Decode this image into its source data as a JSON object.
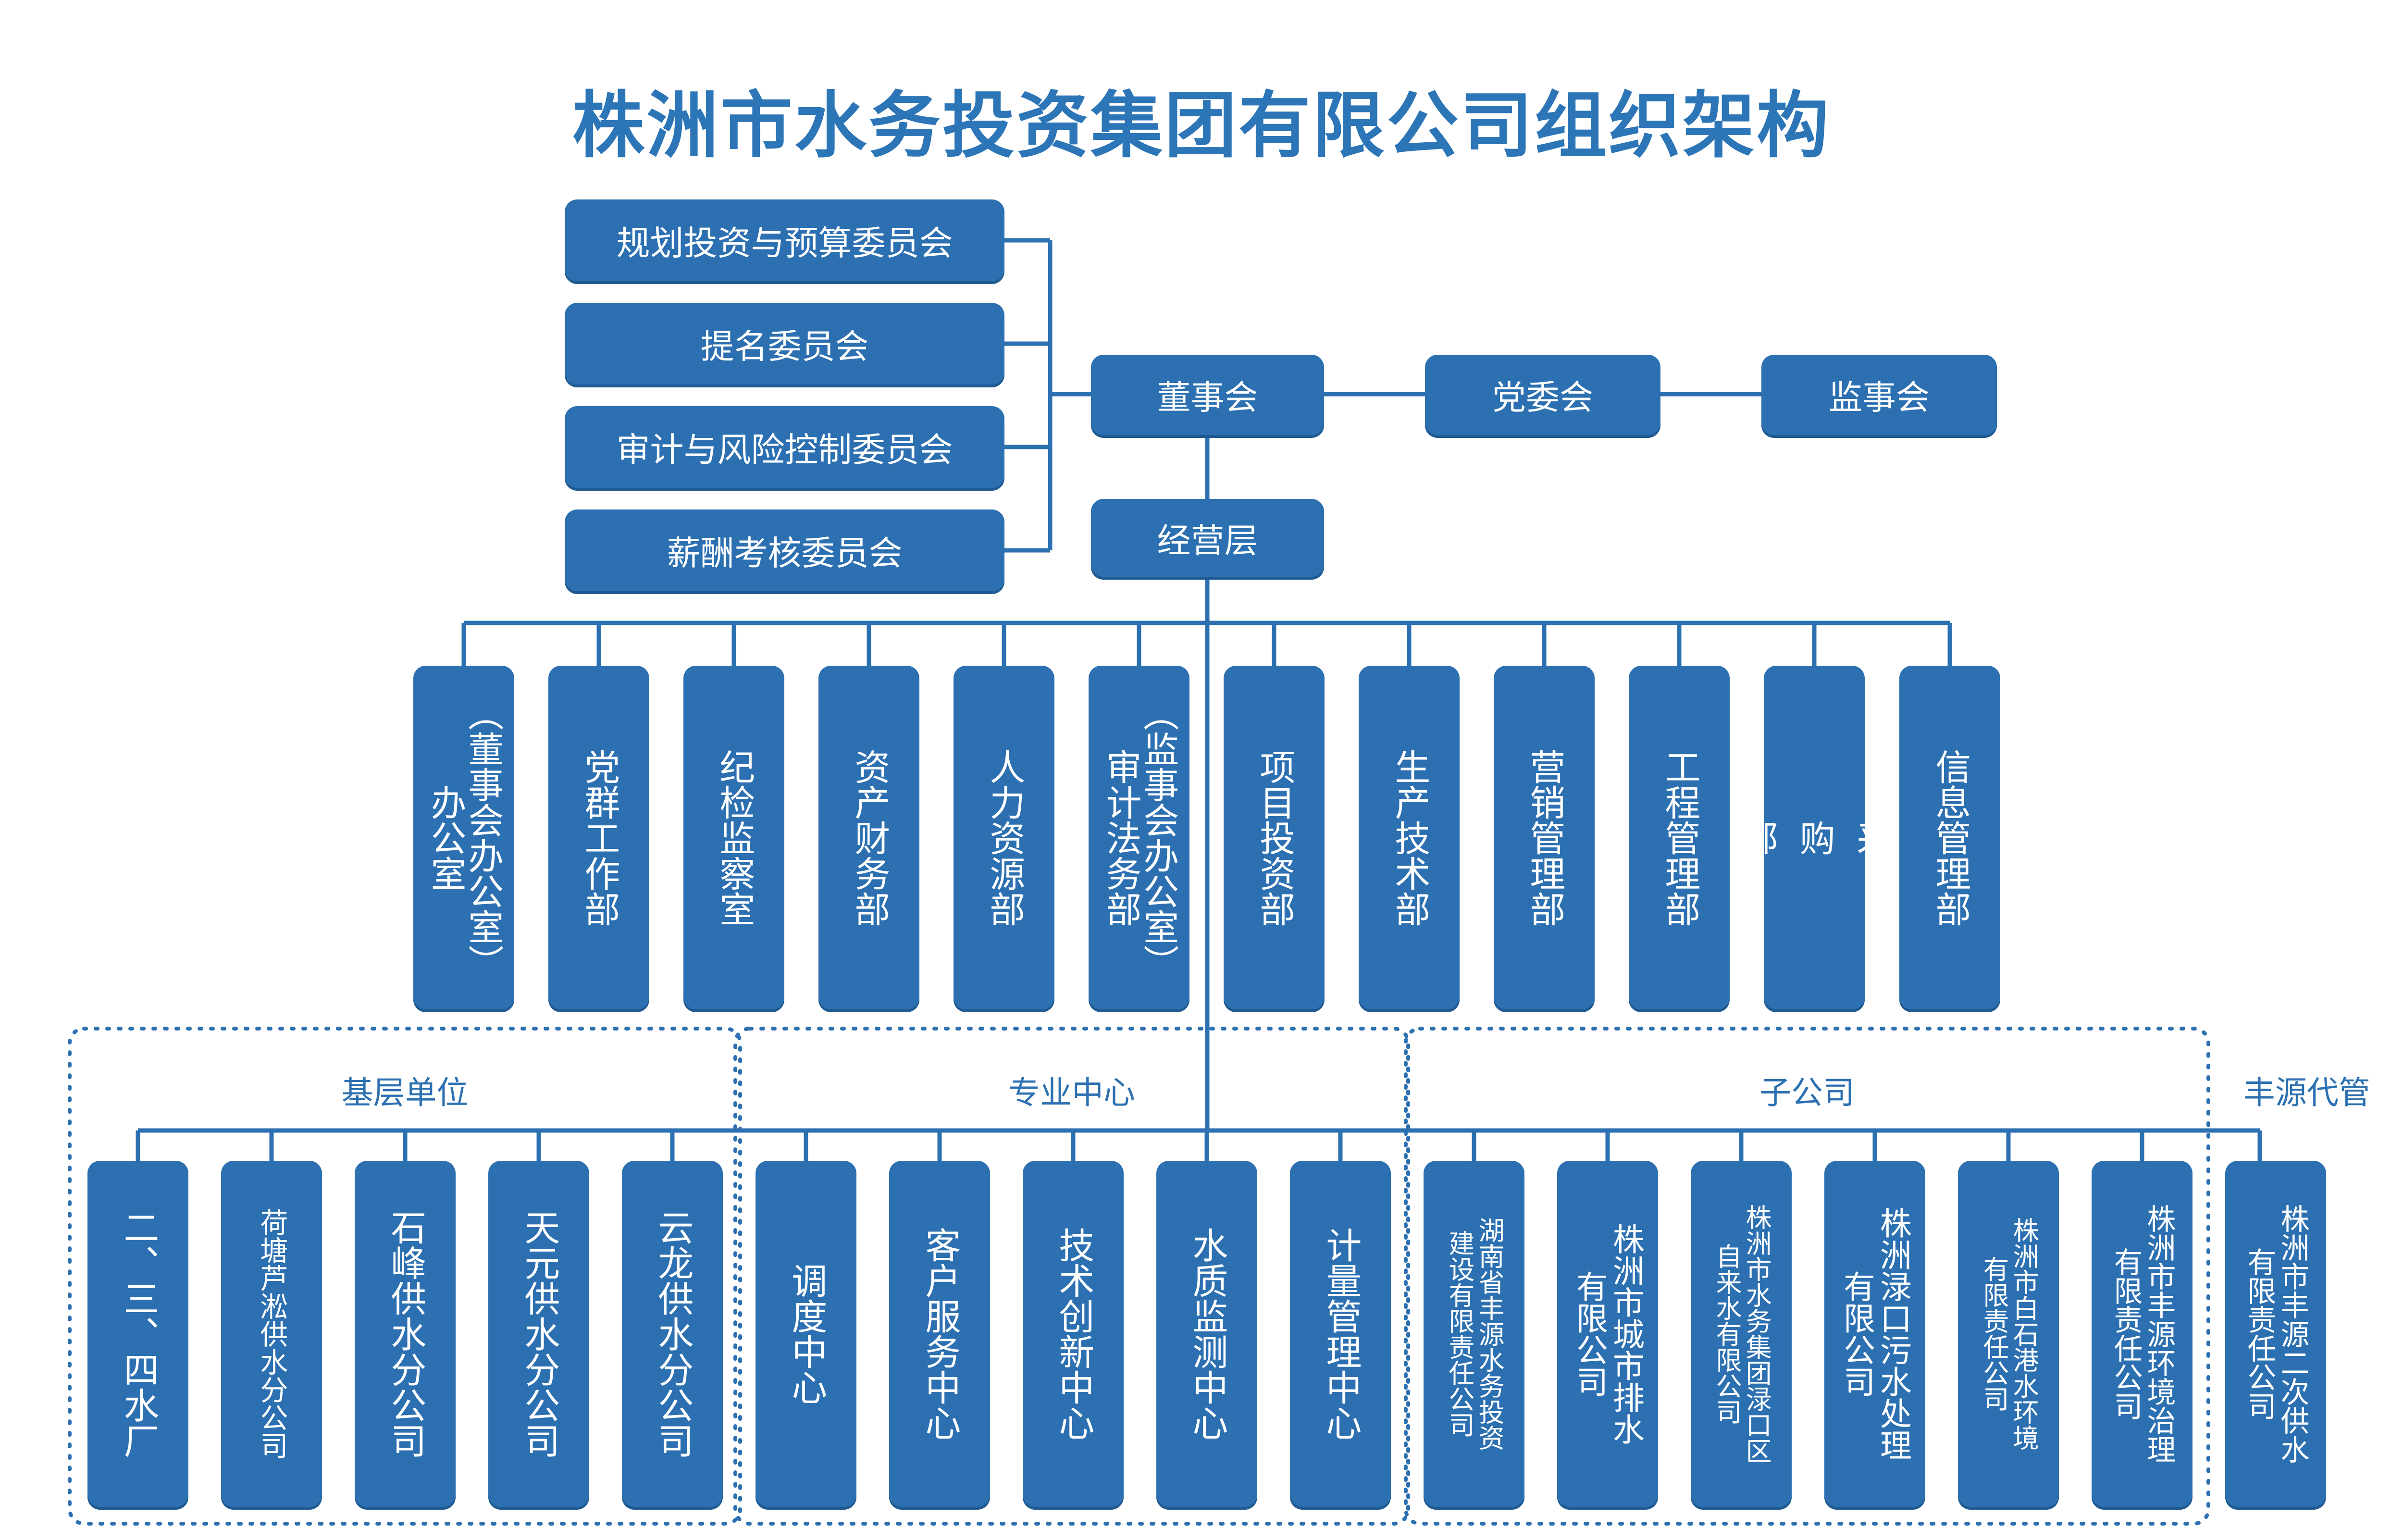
{
  "title": "株洲市水务投资集团有限公司组织架构",
  "committees": [
    "规划投资与预算委员会",
    "提名委员会",
    "审计与风险控制委员会",
    "薪酬考核委员会"
  ],
  "top": {
    "board": "董事会",
    "party": "党委会",
    "supervisory": "监事会",
    "management": "经营层"
  },
  "departments": [
    "（董事会办公室）\n办公室",
    "党群工作部",
    "纪检监察室",
    "资产财务部",
    "人力资源部",
    "（监事会办公室）\n审计法务部",
    "项目投资部",
    "生产技术部",
    "营销管理部",
    "工程管理部",
    "采\n购\n部",
    "信息管理部"
  ],
  "zones": {
    "base": "基层单位",
    "center": "专业中心",
    "subsidiary": "子公司",
    "fengyuan": "丰源代管"
  },
  "base_units": [
    "二、三、四水厂",
    "荷塘芦淞供水分公司",
    "石峰供水分公司",
    "天元供水分公司",
    "云龙供水分公司"
  ],
  "centers": [
    "调度中心",
    "客户服务中心",
    "技术创新中心",
    "水质监测中心",
    "计量管理中心"
  ],
  "subsidiaries": [
    "湖南省丰源水务投资\n建设有限责任公司",
    "株洲市城市排水\n有限公司",
    "株洲市水务集团渌口区\n自来水有限公司",
    "株洲渌口污水处理\n有限公司",
    "株洲市白石港水环境\n有限责任公司",
    "株洲市丰源环境治理\n有限责任公司"
  ],
  "fengyuan_units": [
    "株洲市丰源二次供水\n有限责任公司"
  ],
  "colors": {
    "box": "#2c70b1",
    "line": "#2c70b1",
    "title": "#2c75b6"
  }
}
